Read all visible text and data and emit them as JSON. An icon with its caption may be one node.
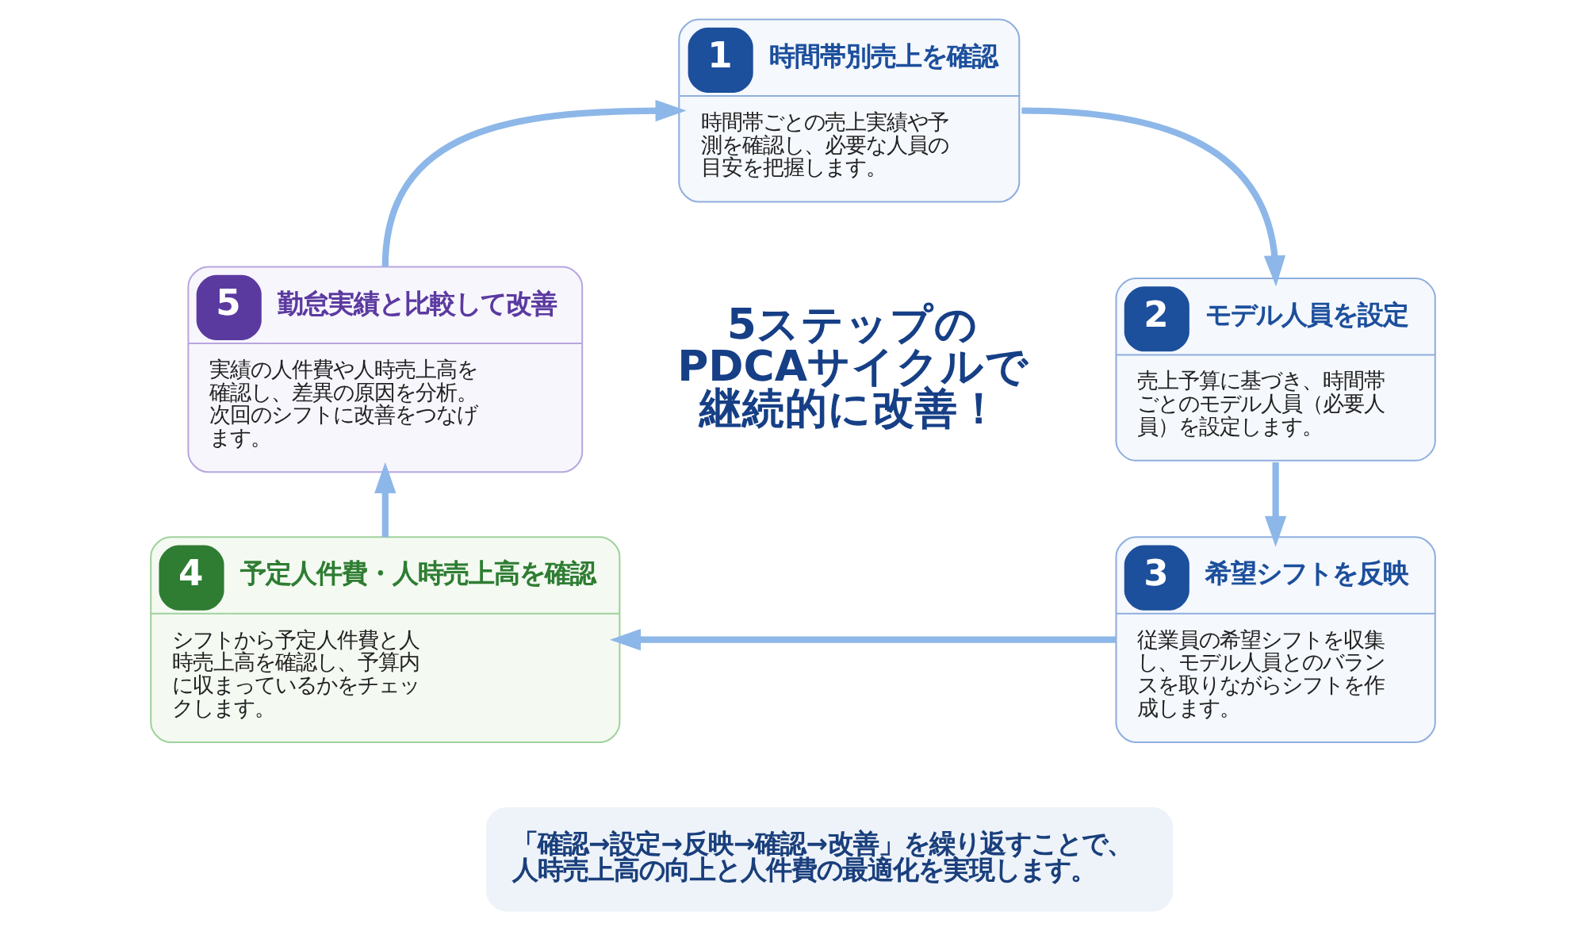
{
  "diagram": {
    "nodes": [
      {
        "text": [
          "1",
          "時間帯別売上を確認",
          "時間帯ごとの売上実績や予測を確認し、必要な人員の目安を把握します。"
        ]
      },
      {
        "text": [
          "2",
          "モデル人員を設定",
          "売上予算に基づき、時間帯ごとのモデル人員（必要人員）を設定します。"
        ]
      },
      {
        "text": [
          "3",
          "希望シフトを反映",
          "従業員の希望シフトを収集し、モデル人員とのバランスを取りながらシフトを作成します。"
        ]
      },
      {
        "text": [
          "4",
          "予定人件費・人時売上高を確認",
          "シフトから予定人件費と人時売上高を確認し、予算内に収まっているかをチェックします。"
        ]
      },
      {
        "text": [
          "5",
          "勤怠実績と比較して改善",
          "実績の人件費や人時売上高を確認し、差異の原因を分析。次回のシフトに改善をつなげます。"
        ]
      },
      {
        "text": [
          "「確認→設定→反映→確認→改善」を繰り返すことで、人時売上高の向上と人件費の最適化を実現します。"
        ]
      }
    ],
    "edges": [
      {
        "from": 0,
        "to": 1,
        "arrow": "to"
      },
      {
        "from": 1,
        "to": 2,
        "arrow": "to"
      },
      {
        "from": 2,
        "to": 3,
        "arrow": "to"
      },
      {
        "from": 3,
        "to": 4,
        "arrow": "to"
      },
      {
        "from": 4,
        "to": 0,
        "arrow": "to"
      }
    ],
    "labels": [
      "5ステップのPDCAサイクルで継続的に改善！"
    ]
  }
}
